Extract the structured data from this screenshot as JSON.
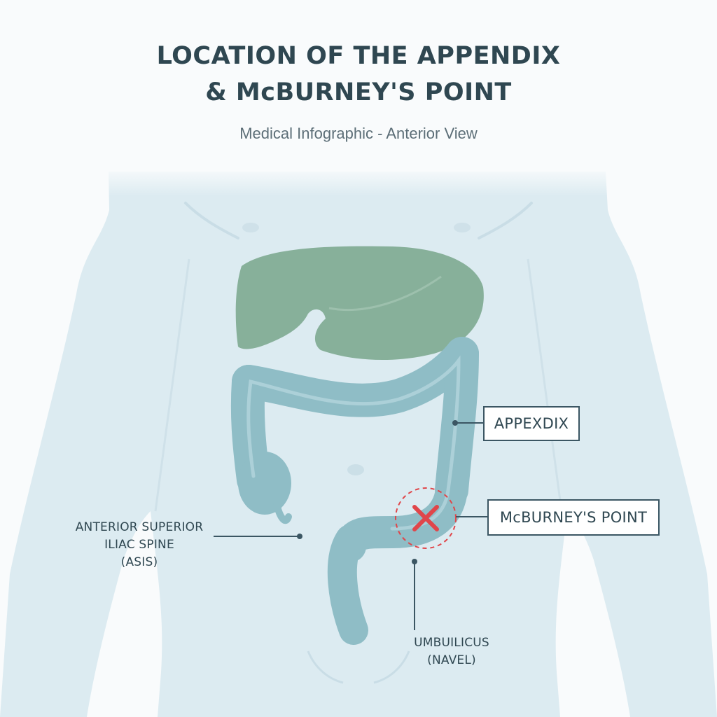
{
  "header": {
    "title_line1": "LOCATION OF THE APPENDIX",
    "title_line2": "& McBURNEY'S POINT",
    "subtitle": "Medical Infographic - Anterior View"
  },
  "labels": {
    "appendix": "APPEXDIX",
    "mcburney": "McBURNEY'S POINT",
    "asis_line1": "ANTERIOR SUPERIOR",
    "asis_line2": "ILIAC SPINE",
    "asis_line3": "(ASIS)",
    "umbilicus_line1": "UMBUILICUS",
    "umbilicus_line2": "(NAVEL)"
  },
  "colors": {
    "body": "#dcebf1",
    "liver": "#87b09a",
    "colon": "#8fbdc6",
    "marker": "#e0464a",
    "text": "#2f4751"
  }
}
